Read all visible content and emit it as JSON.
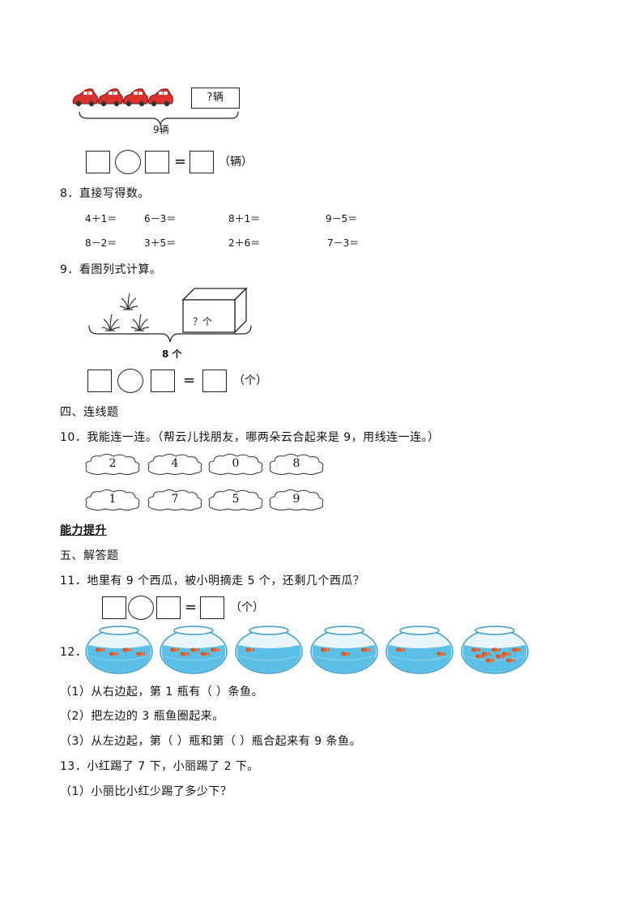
{
  "q7": {
    "question_box": "?辆",
    "total_label": "9辆",
    "unit": "（辆）",
    "equals": "="
  },
  "q8": {
    "title": "8．直接写得数。",
    "row1": [
      "4＋1＝",
      "6－3＝",
      "8＋1＝",
      "9－5＝"
    ],
    "row2": [
      "8－2＝",
      "3＋5＝",
      "2＋6＝",
      "7－3＝"
    ]
  },
  "q9": {
    "title": "9．看图列式计算。",
    "box_label": "？个",
    "total_label": "8 个",
    "unit": "（个）",
    "equals": "="
  },
  "section4": "四、连线题",
  "q10": {
    "title": "10．我能连一连。（帮云儿找朋友，哪两朵云合起来是 9，用线连一连。）",
    "top_clouds": [
      "2",
      "4",
      "0",
      "8"
    ],
    "bottom_clouds": [
      "1",
      "7",
      "5",
      "9"
    ]
  },
  "ability": "能力提升",
  "section5": "五、解答题",
  "q11": {
    "title": "11．地里有 9 个西瓜，被小明摘走 5 个，还剩几个西瓜？",
    "unit": "（个）",
    "equals": "="
  },
  "q12": {
    "number": "12．",
    "fish_counts": [
      4,
      5,
      1,
      3,
      2,
      9
    ],
    "sub1": "（1）从右边起，第 1 瓶有（      ）条鱼。",
    "sub2": "（2）把左边的 3 瓶鱼圈起来。",
    "sub3": "（3）从左边起，第（      ）瓶和第（      ）瓶合起来有 9 条鱼。"
  },
  "q13": {
    "title": "13．小红踢了 7 下，小丽踢了 2 下。",
    "sub1": "（1）小丽比小红少踢了多少下？"
  },
  "colors": {
    "car": "#d9332b",
    "water": "#5bbfe6",
    "fish": "#e8602a"
  }
}
